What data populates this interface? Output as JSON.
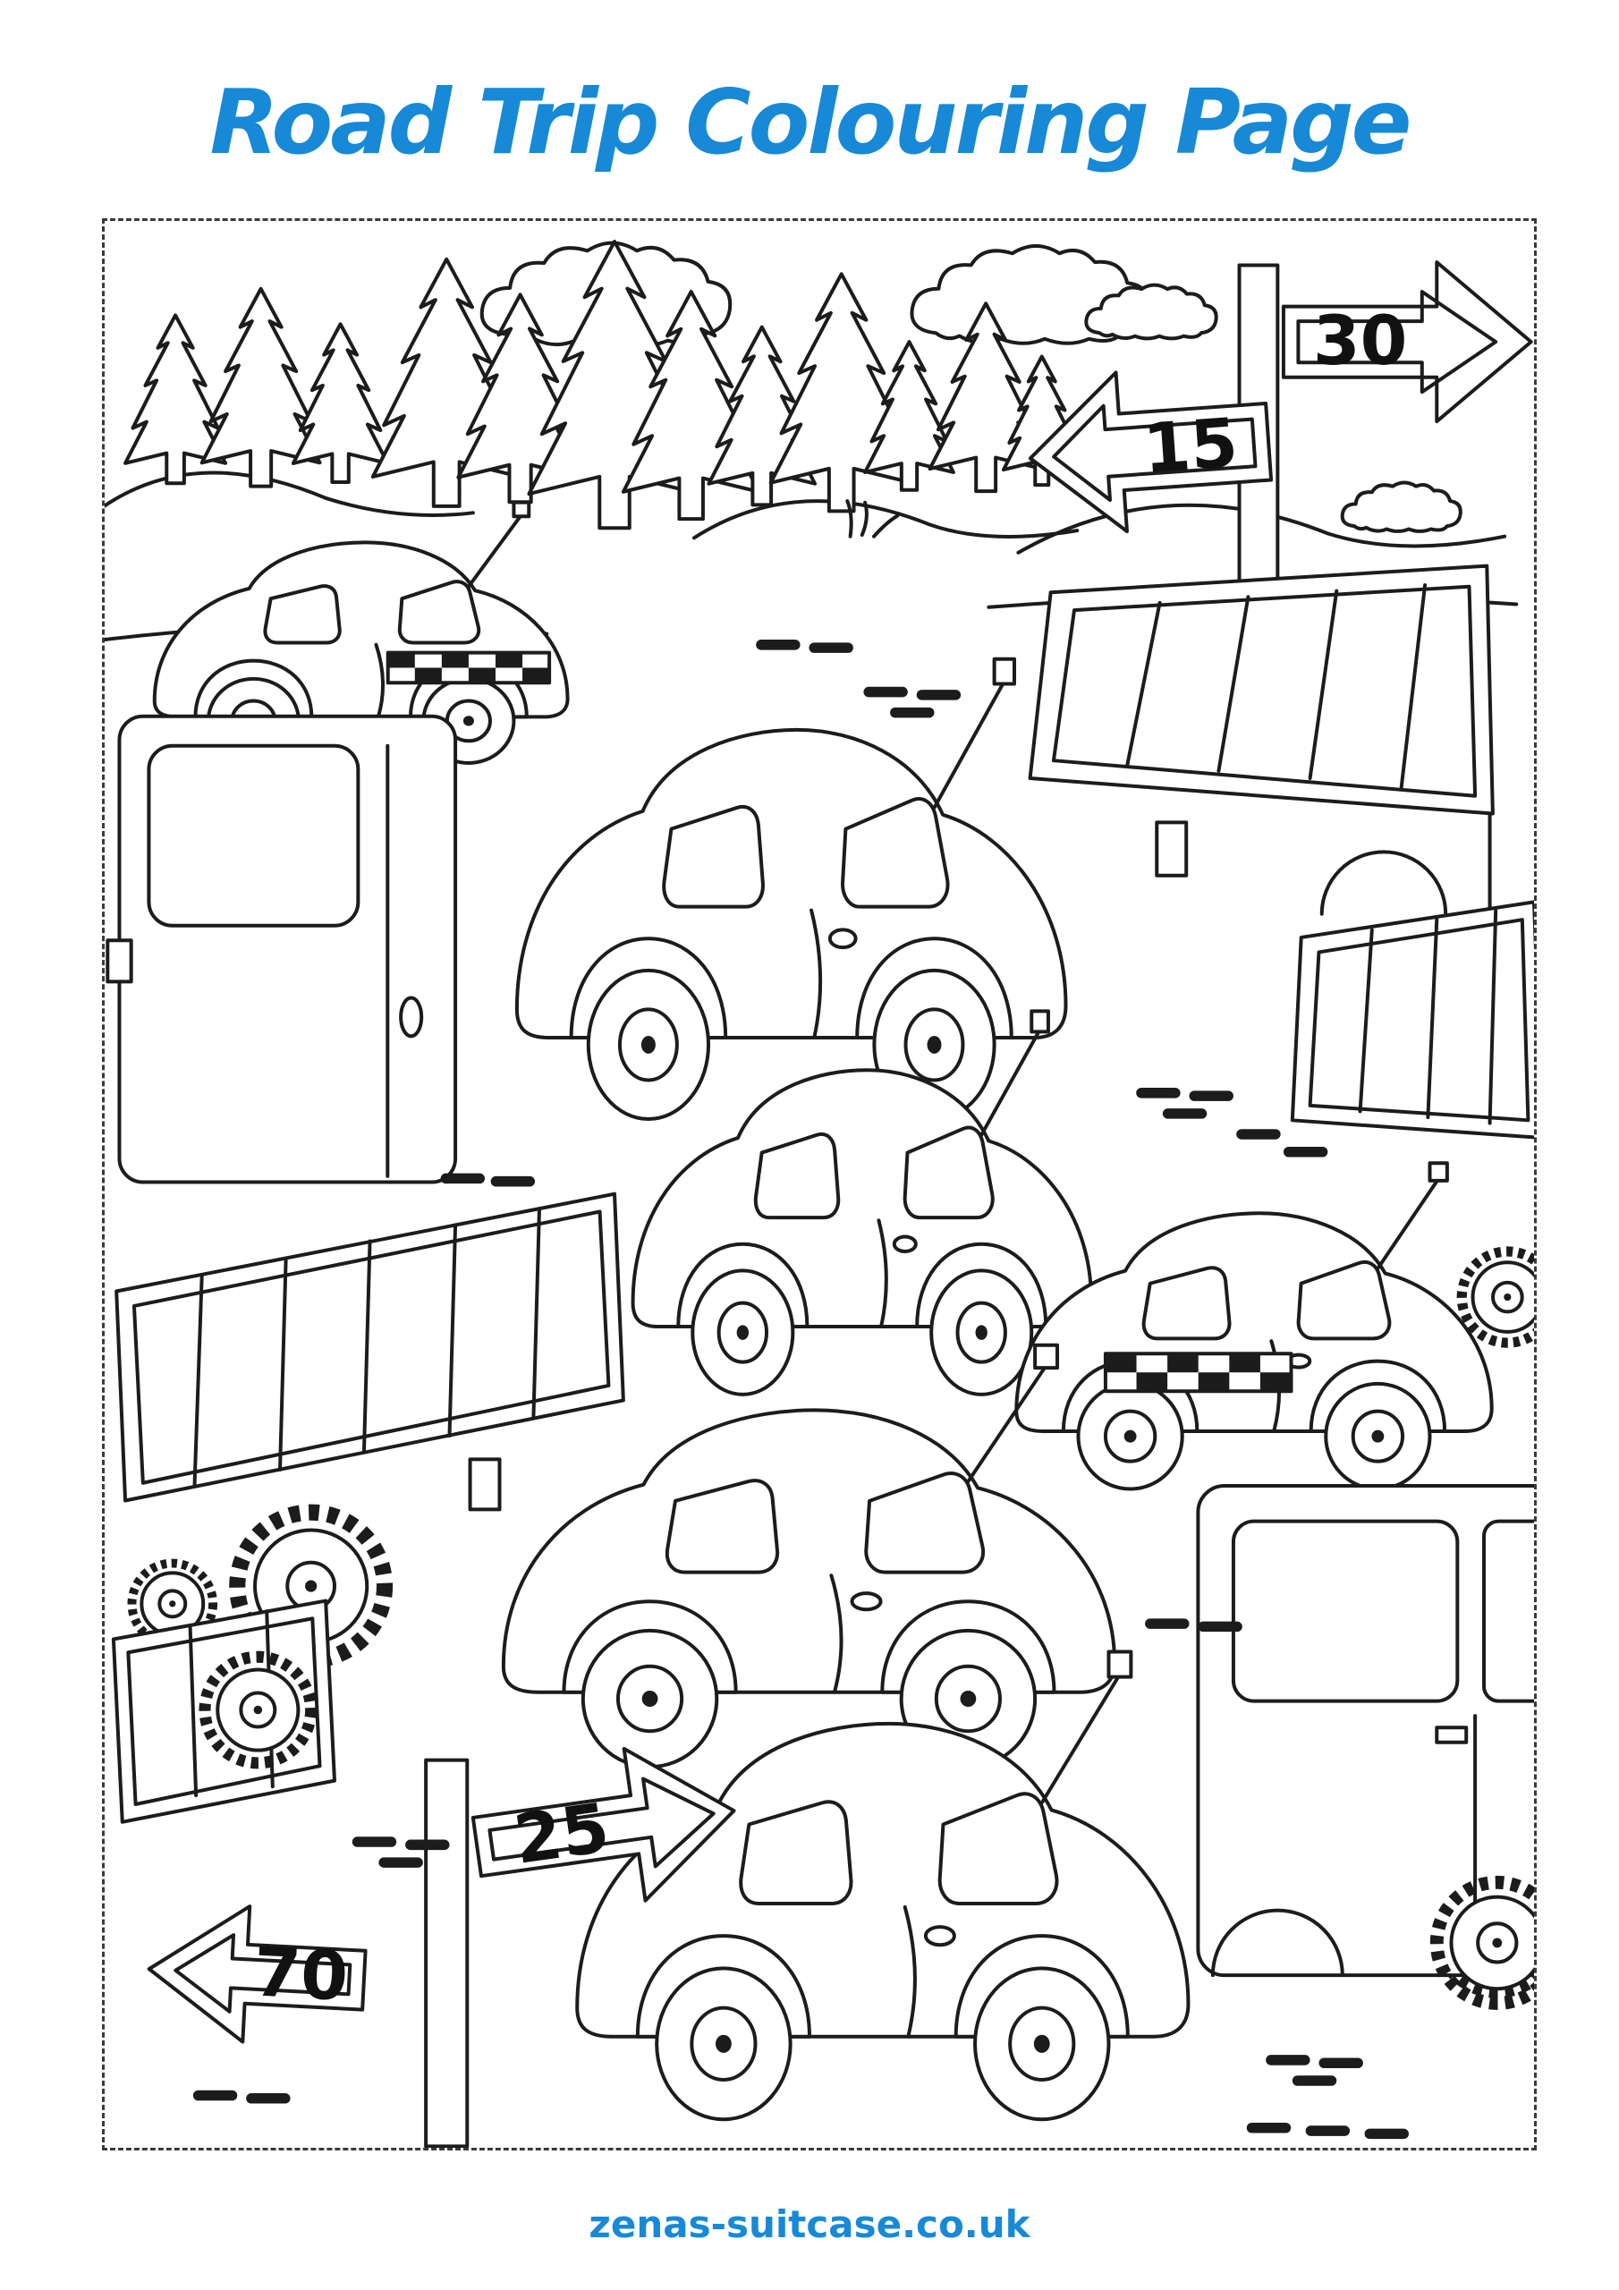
{
  "page": {
    "title": "Road Trip Colouring Page",
    "footer": "zenas-suitcase.co.uk",
    "accent_color": "#1789d6",
    "line_color": "#1c1c1c",
    "background_color": "#ffffff"
  },
  "scene": {
    "description": "Black and white colouring illustration of a traffic jam with beetle cars, taxis, trucks, pine trees, clouds and speed arrow signs",
    "signs": {
      "s30": {
        "value": "30",
        "direction": "right"
      },
      "s15": {
        "value": "15",
        "direction": "left"
      },
      "s25": {
        "value": "25",
        "direction": "right"
      },
      "s70": {
        "value": "70",
        "direction": "left"
      }
    }
  }
}
